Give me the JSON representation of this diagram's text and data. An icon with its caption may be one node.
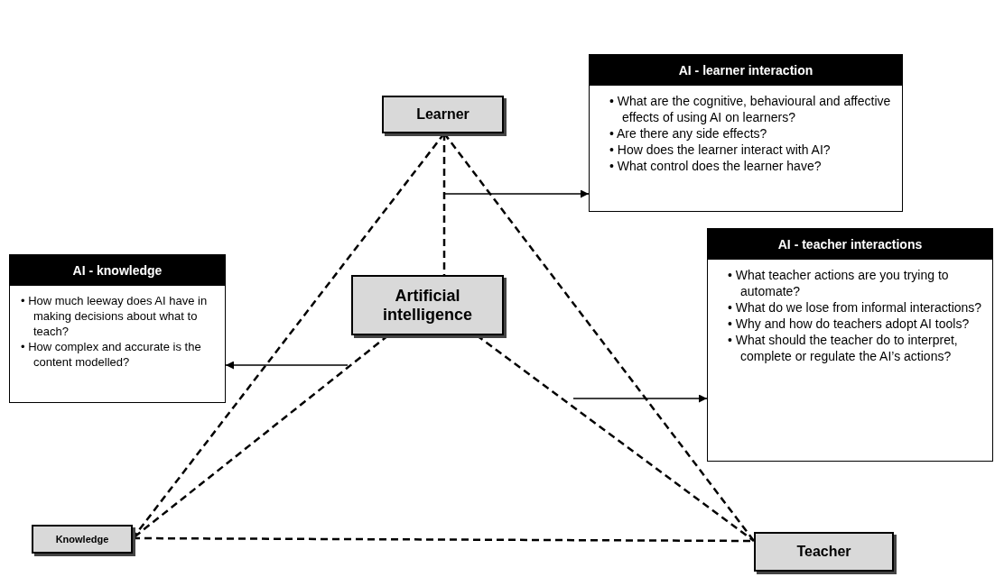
{
  "diagram": {
    "nodes": [
      {
        "text": [
          "Learner"
        ]
      },
      {
        "text": [
          "Artificial intelligence"
        ]
      },
      {
        "text": [
          "Knowledge"
        ]
      },
      {
        "text": [
          "Teacher"
        ]
      },
      {
        "text": [
          "AI - learner interaction",
          "• What are the cognitive, behavioural and affective effects of using AI on learners?",
          "• Are there any side effects?",
          "• How does the learner interact with AI?",
          "• What control does the learner have?"
        ]
      },
      {
        "text": [
          "AI - teacher interactions",
          "• What teacher actions are you trying to automate?",
          "• What do we lose from informal interactions?",
          "• Why and how do teachers adopt AI tools?",
          "• What should the teacher do to interpret, complete or regulate the AI’s actions?"
        ]
      },
      {
        "text": [
          "AI - knowledge",
          "• How much leeway does AI have in making decisions about what to teach?",
          "• How complex and accurate is the content modelled?"
        ]
      }
    ],
    "edges": [
      {
        "from": 0,
        "to": 1,
        "arrow": "none",
        "style": "dashed"
      },
      {
        "from": 0,
        "to": 2,
        "arrow": "none",
        "style": "dashed"
      },
      {
        "from": 0,
        "to": 3,
        "arrow": "none",
        "style": "dashed"
      },
      {
        "from": 2,
        "to": 3,
        "arrow": "none",
        "style": "dashed"
      },
      {
        "from": 1,
        "to": 2,
        "arrow": "none",
        "style": "dashed"
      },
      {
        "from": 1,
        "to": 3,
        "arrow": "none",
        "style": "dashed"
      },
      {
        "from": null,
        "to": 4,
        "arrow": "to"
      },
      {
        "from": null,
        "to": 5,
        "arrow": "to"
      },
      {
        "from": null,
        "to": 6,
        "arrow": "to"
      }
    ]
  }
}
